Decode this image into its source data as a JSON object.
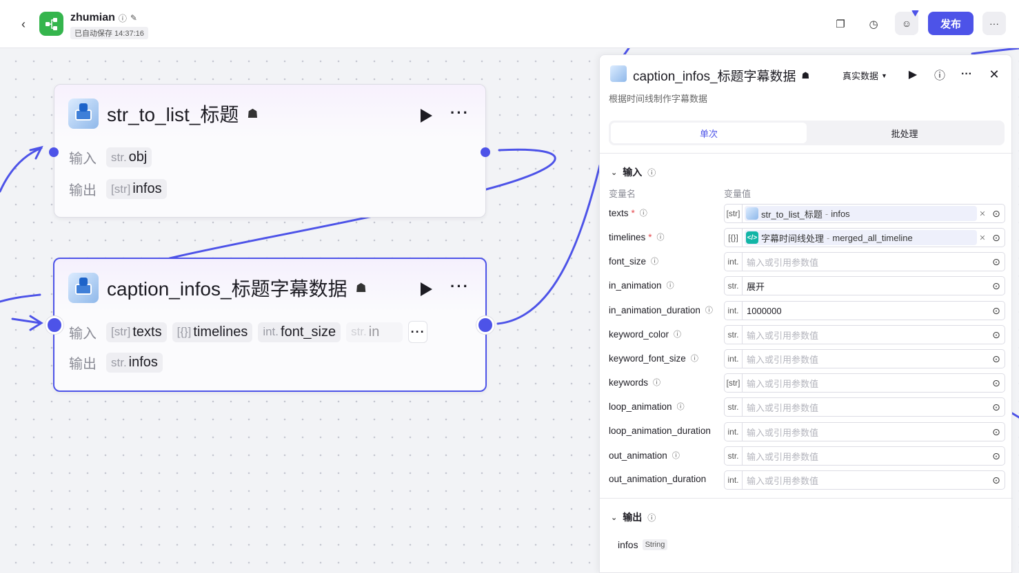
{
  "header": {
    "back_icon": "chevron-left-icon",
    "app_name": "zhumian",
    "auto_saved": "已自动保存 14:37:16",
    "publish_label": "发布",
    "colors": {
      "accent": "#4d53e8",
      "logo": "#35b54d"
    }
  },
  "nodes": [
    {
      "title": "str_to_list_标题",
      "input_label": "输入",
      "output_label": "输出",
      "inputs": [
        {
          "type": "str.",
          "name": "obj"
        }
      ],
      "outputs": [
        {
          "type": "[str]",
          "name": "infos"
        }
      ]
    },
    {
      "title": "caption_infos_标题字幕数据",
      "input_label": "输入",
      "output_label": "输出",
      "inputs": [
        {
          "type": "[str]",
          "name": "texts"
        },
        {
          "type": "[{}]",
          "name": "timelines"
        },
        {
          "type": "int.",
          "name": "font_size"
        },
        {
          "type": "str.",
          "name": "in"
        }
      ],
      "more": "···",
      "outputs": [
        {
          "type": "str.",
          "name": "infos"
        }
      ]
    }
  ],
  "panel": {
    "title": "caption_infos_标题字幕数据",
    "description": "根据时间线制作字幕数据",
    "mode": "真实数据",
    "tabs": [
      "单次",
      "批处理"
    ],
    "input_section": "输入",
    "col_name": "变量名",
    "col_value": "变量值",
    "params": [
      {
        "name": "texts",
        "required": true,
        "type": "[str]",
        "ref_node": "str_to_list_标题",
        "ref_field": "infos"
      },
      {
        "name": "timelines",
        "required": true,
        "type": "[{}]",
        "ref_node": "字幕时间线处理",
        "ref_field": "merged_all_timeline"
      },
      {
        "name": "font_size",
        "type": "int.",
        "placeholder": "输入或引用参数值"
      },
      {
        "name": "in_animation",
        "type": "str.",
        "value": "展开"
      },
      {
        "name": "in_animation_duration",
        "type": "int.",
        "value": "1000000"
      },
      {
        "name": "keyword_color",
        "type": "str.",
        "placeholder": "输入或引用参数值"
      },
      {
        "name": "keyword_font_size",
        "type": "int.",
        "placeholder": "输入或引用参数值"
      },
      {
        "name": "keywords",
        "type": "[str]",
        "placeholder": "输入或引用参数值"
      },
      {
        "name": "loop_animation",
        "type": "str.",
        "placeholder": "输入或引用参数值"
      },
      {
        "name": "loop_animation_duration",
        "type": "int.",
        "placeholder": "输入或引用参数值"
      },
      {
        "name": "out_animation",
        "type": "str.",
        "placeholder": "输入或引用参数值"
      },
      {
        "name": "out_animation_duration",
        "type": "int.",
        "placeholder": "输入或引用参数值"
      }
    ],
    "output_section": "输出",
    "outputs": [
      {
        "name": "infos",
        "type": "String"
      }
    ]
  }
}
